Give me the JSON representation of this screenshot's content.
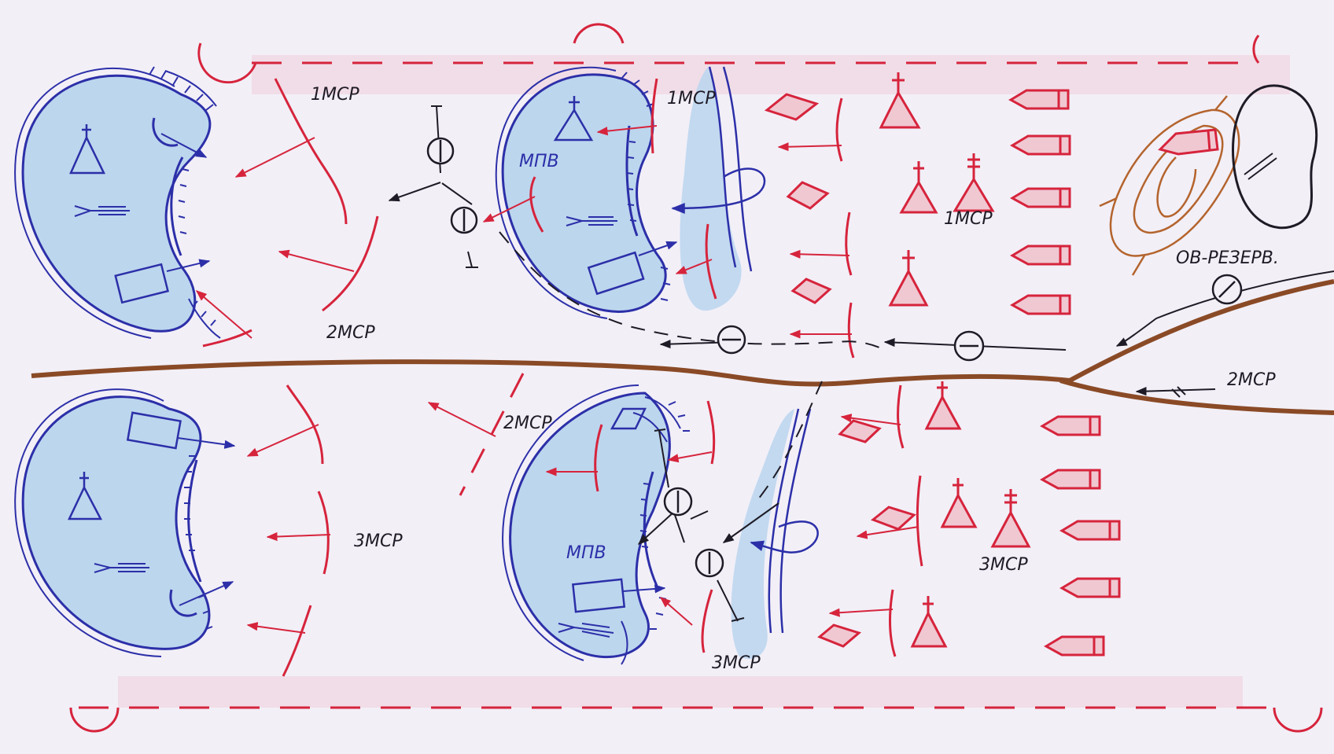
{
  "labels": {
    "top_left_1msr": "1МСР",
    "top_left_2msr": "2МСР",
    "top_mid_1msr": "1МСР",
    "top_mid_mpv": "МПВ",
    "top_right_1msr": "1МСР",
    "ov_reserve": "ОВ-РЕЗЕРВ.",
    "right_2msr": "2МСР",
    "bottom_mid_2msr": "2МСР",
    "bottom_left_3msr": "3МСР",
    "bottom_mid_mpv": "МПВ",
    "bottom_mid_3msr": "3МСР",
    "bottom_right_3msr": "3МСР"
  },
  "colors": {
    "paper": "#f2eff7",
    "friendly_blue": "#2c2fa8",
    "water_fill": "#bcd6ee",
    "enemy_red": "#d6243c",
    "enemy_tint": "#f0c8d2",
    "road_brown": "#8a4a26",
    "neutral_black": "#1e1b26",
    "rear_area_brown": "#b4642d"
  }
}
